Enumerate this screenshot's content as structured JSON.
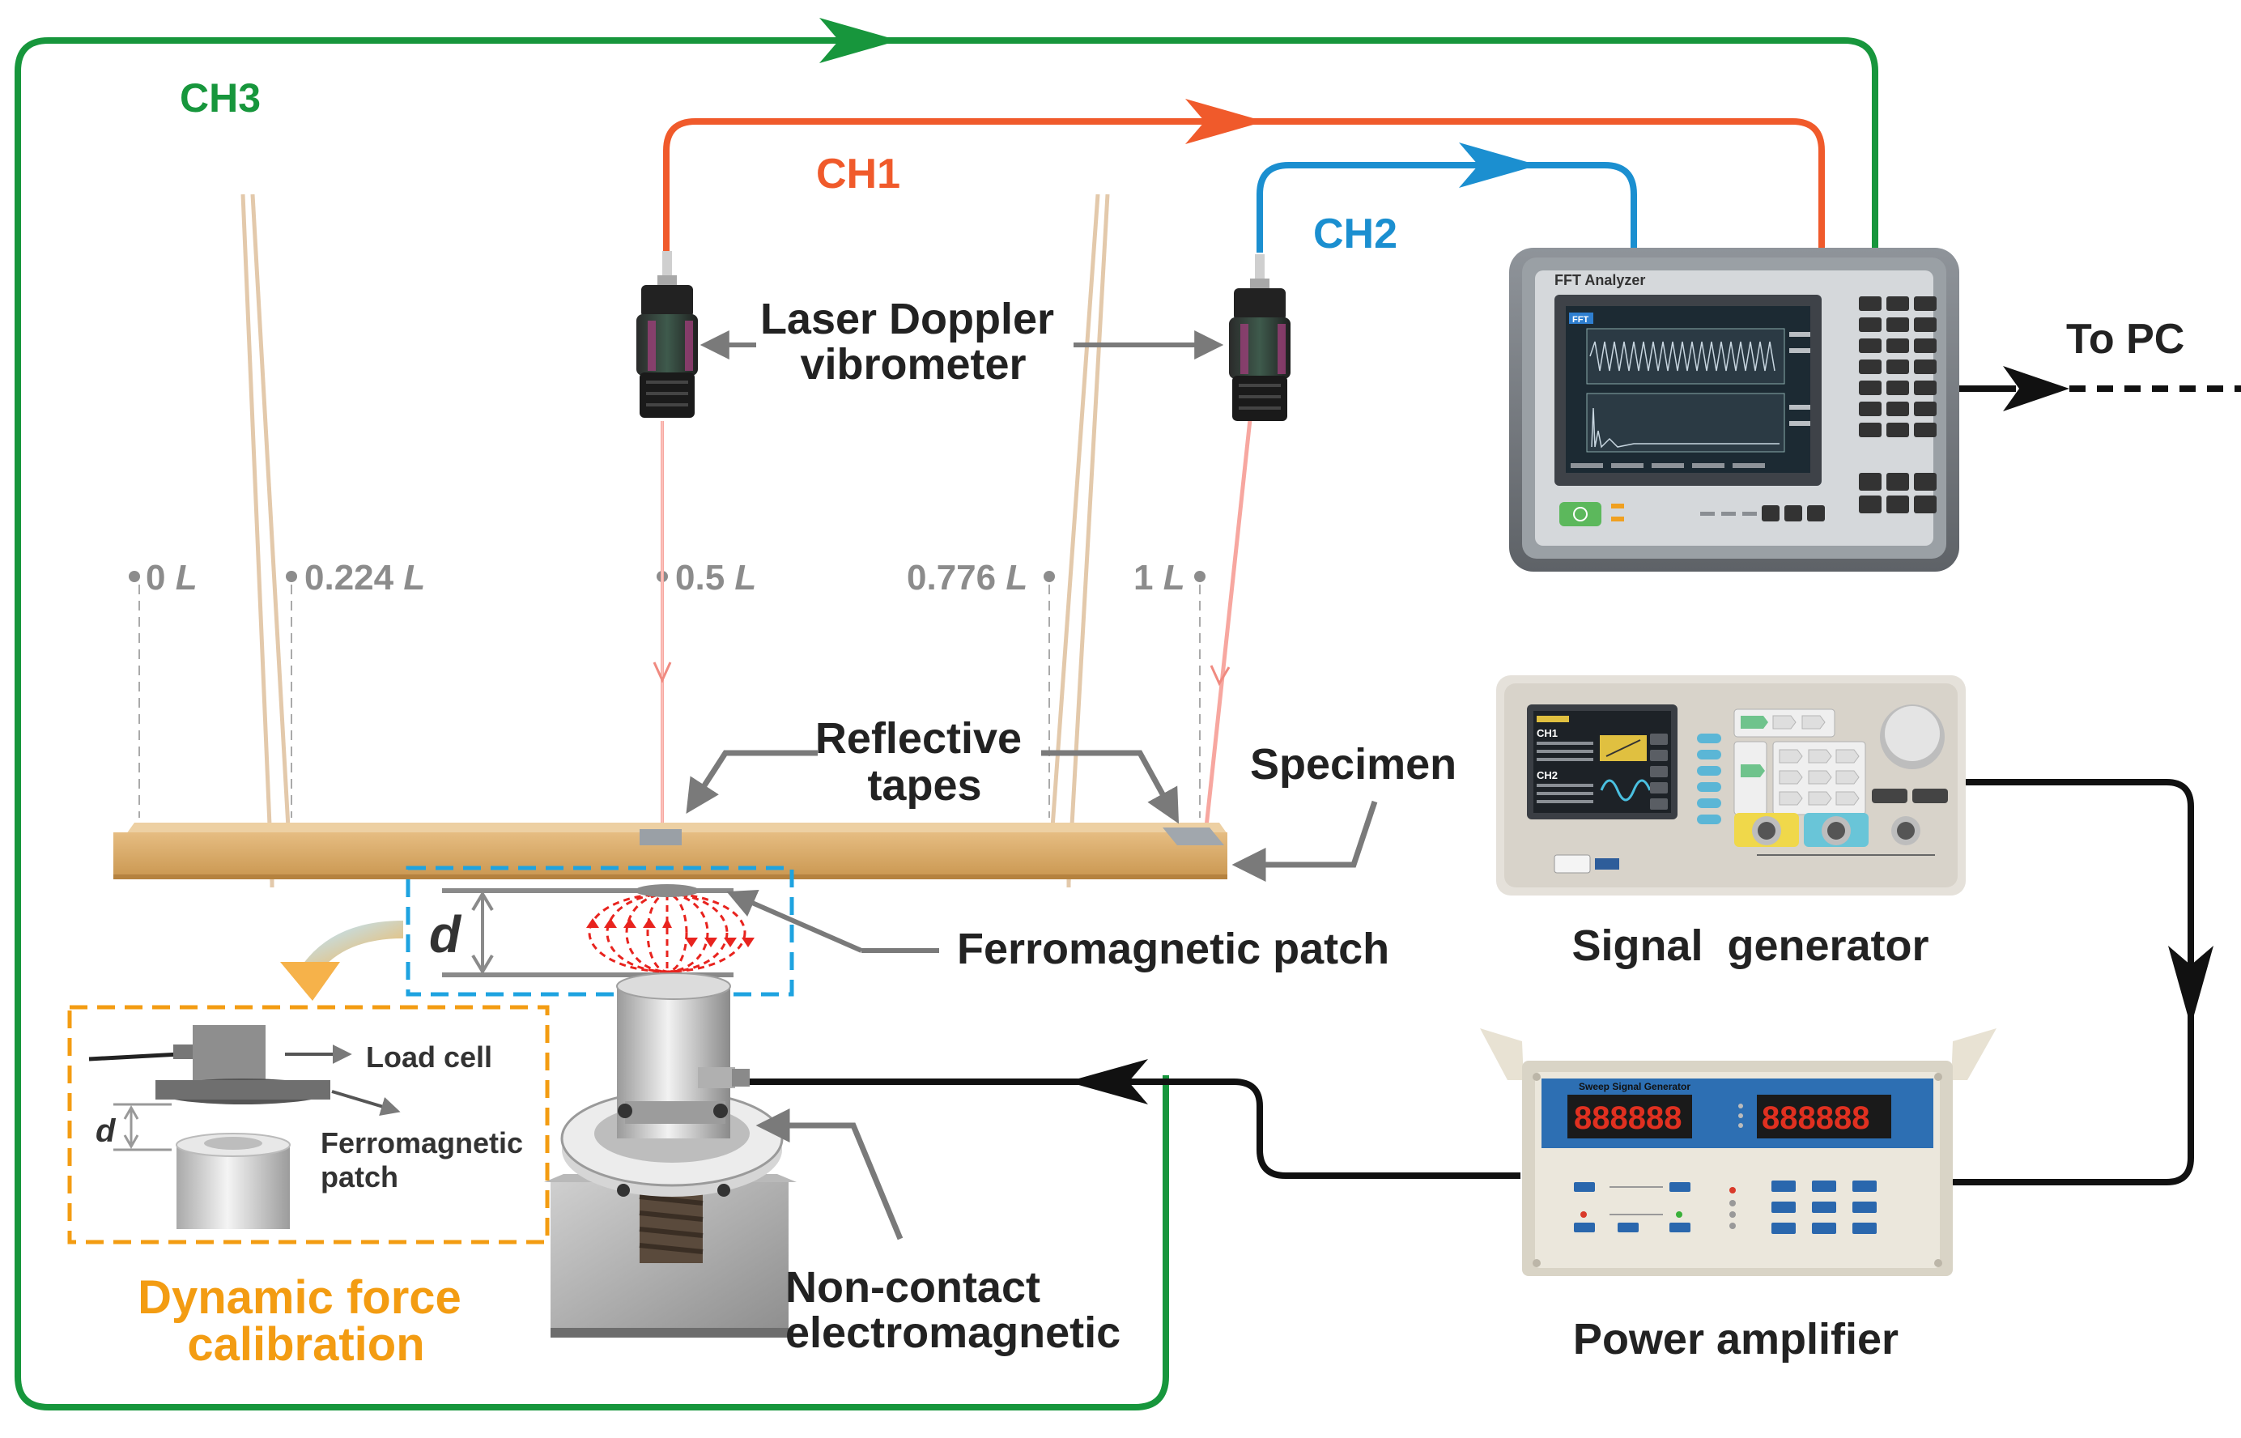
{
  "channels": {
    "ch1": "CH1",
    "ch2": "CH2",
    "ch3": "CH3"
  },
  "labels": {
    "laser": [
      "Laser Doppler",
      "vibrometer"
    ],
    "to_pc": "To PC",
    "reflective": [
      "Reflective",
      "tapes"
    ],
    "specimen": "Specimen",
    "ferro_patch": "Ferromagnetic patch",
    "signal_generator": "Signal  generator",
    "power_amplifier": "Power amplifier",
    "noncontact": [
      "Non-contact",
      "electromagnetic"
    ],
    "dynamic": [
      "Dynamic force",
      "calibration"
    ],
    "load_cell": "Load cell",
    "ferro_small": [
      "Ferromagnetic",
      "patch"
    ],
    "gap": "d",
    "gap_small": "d"
  },
  "positions": [
    {
      "value": "0",
      "unit": "L"
    },
    {
      "value": "0.224",
      "unit": "L"
    },
    {
      "value": "0.5",
      "unit": "L"
    },
    {
      "value": "0.776",
      "unit": "L"
    },
    {
      "value": "1",
      "unit": "L"
    }
  ],
  "fft_analyzer": {
    "title": "FFT Analyzer",
    "screen_tag": "FFT"
  },
  "signal_gen_device": {
    "screen_ch1": "CH1",
    "screen_ch2": "CH2"
  },
  "power_amp_device": {
    "title": "Sweep Signal Generator",
    "display_left": "888888",
    "display_right": "888888"
  },
  "colors": {
    "ch1": "#f05a2b",
    "ch2": "#1b8fd0",
    "ch3": "#17963c",
    "dim_text": "#8c8c8c",
    "orange": "#f39c12",
    "blue_dash": "#1ea3e0",
    "wood": "#d7aa6e"
  }
}
